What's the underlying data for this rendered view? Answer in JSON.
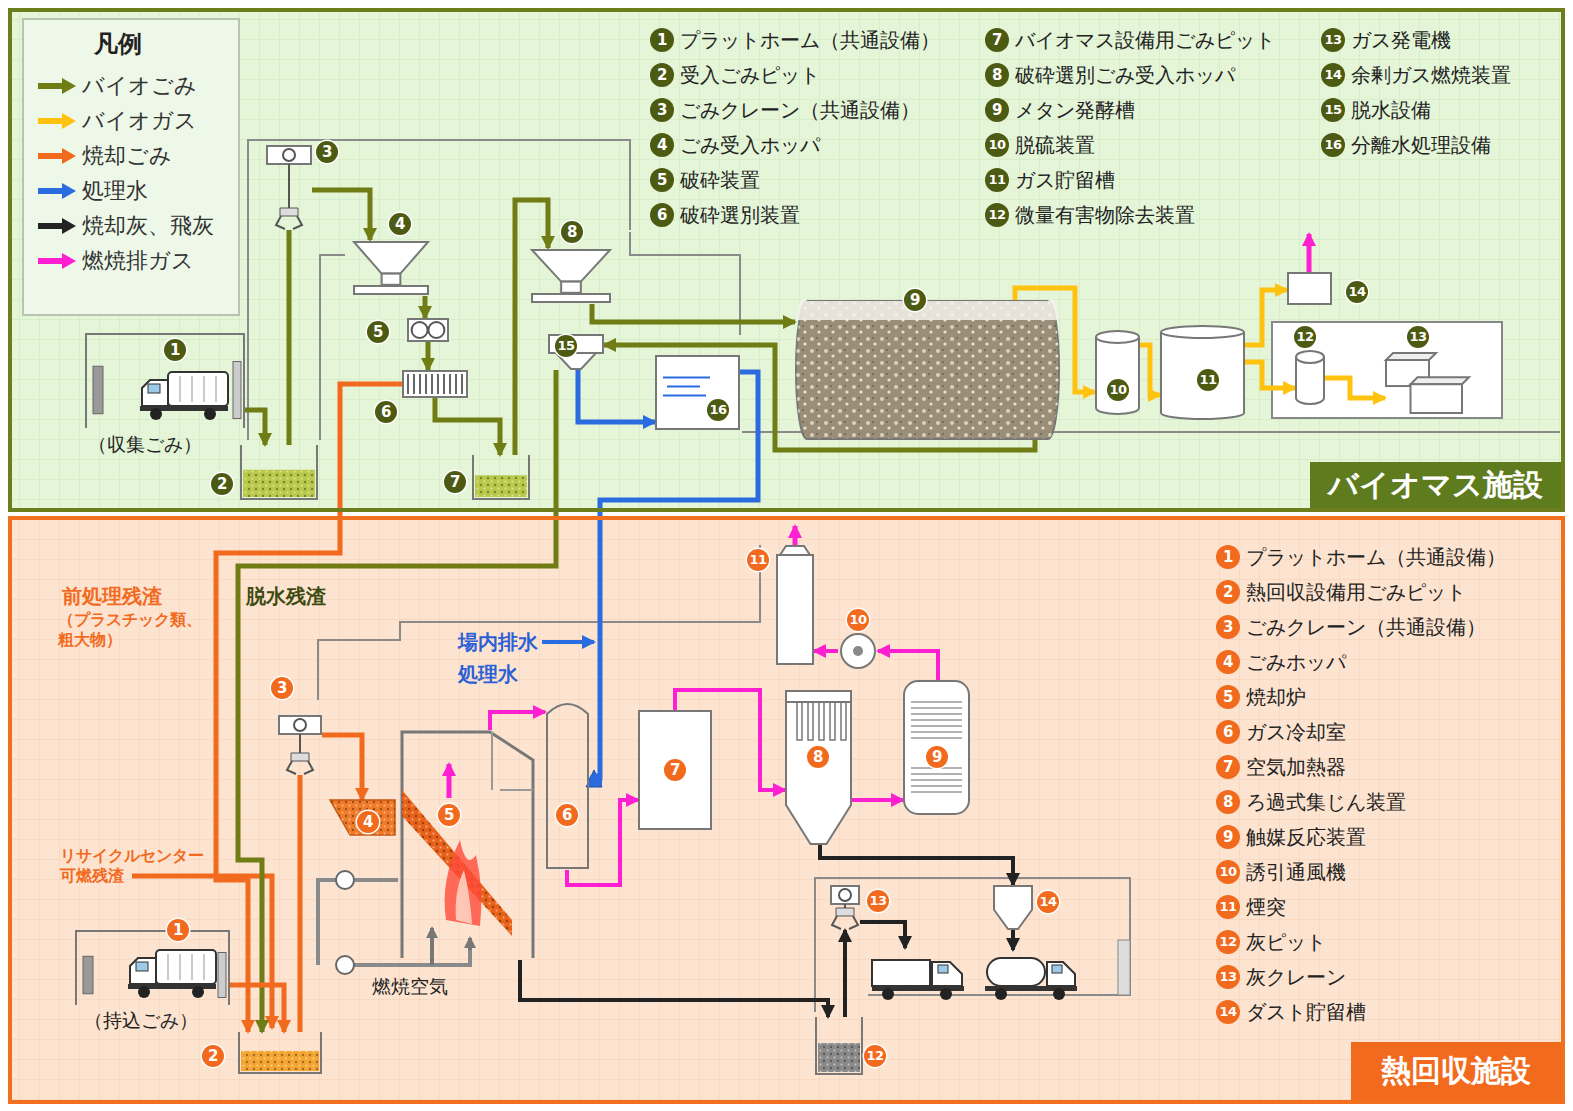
{
  "diagram": {
    "nodes": [
      {
        "text": [
          "バイオマス施設"
        ]
      },
      {
        "text": [
          "凡例"
        ],
        "in": 0
      },
      {
        "text": [
          "1"
        ],
        "in": 0
      },
      {
        "text": [
          "2"
        ],
        "in": 0
      },
      {
        "text": [
          "3"
        ],
        "in": 0
      },
      {
        "text": [
          "4"
        ],
        "in": 0
      },
      {
        "text": [
          "5"
        ],
        "in": 0
      },
      {
        "text": [
          "6"
        ],
        "in": 0
      },
      {
        "text": [
          "7"
        ],
        "in": 0
      },
      {
        "text": [
          "8"
        ],
        "in": 0
      },
      {
        "text": [
          "9"
        ],
        "in": 0
      },
      {
        "text": [
          "10"
        ],
        "in": 0
      },
      {
        "text": [
          "11"
        ],
        "in": 0
      },
      {
        "text": [
          "12"
        ],
        "in": 0
      },
      {
        "text": [
          "13"
        ],
        "in": 0
      },
      {
        "text": [
          "14"
        ],
        "in": 0
      },
      {
        "text": [
          "15"
        ],
        "in": 0
      },
      {
        "text": [
          "16"
        ],
        "in": 0
      },
      {
        "text": [
          "熱回収施設"
        ]
      },
      {
        "text": [
          "1"
        ],
        "in": 18
      },
      {
        "text": [
          "2"
        ],
        "in": 18
      },
      {
        "text": [
          "3"
        ],
        "in": 18
      },
      {
        "text": [
          "4"
        ],
        "in": 18
      },
      {
        "text": [
          "5"
        ],
        "in": 18
      },
      {
        "text": [
          "6"
        ],
        "in": 18
      },
      {
        "text": [
          "7"
        ],
        "in": 18
      },
      {
        "text": [
          "8"
        ],
        "in": 18
      },
      {
        "text": [
          "9"
        ],
        "in": 18
      },
      {
        "text": [
          "10"
        ],
        "in": 18
      },
      {
        "text": [
          "11"
        ],
        "in": 18
      },
      {
        "text": [
          "12"
        ],
        "in": 18
      },
      {
        "text": [
          "13"
        ],
        "in": 18
      },
      {
        "text": [
          "14"
        ],
        "in": 18
      }
    ],
    "edges": [
      {
        "from": 2,
        "to": 3,
        "arrow": "to"
      },
      {
        "from": 3,
        "to": 4,
        "arrow": "none"
      },
      {
        "from": 4,
        "to": 5,
        "arrow": "to"
      },
      {
        "from": 5,
        "to": 6,
        "arrow": "to"
      },
      {
        "from": 6,
        "to": 7,
        "arrow": "to"
      },
      {
        "from": 7,
        "to": 8,
        "arrow": "to"
      },
      {
        "from": 8,
        "to": 9,
        "arrow": "to"
      },
      {
        "from": 9,
        "to": 10,
        "arrow": "to"
      },
      {
        "from": 10,
        "to": 16,
        "arrow": "to"
      },
      {
        "from": 16,
        "to": 17,
        "arrow": "to"
      },
      {
        "from": 17,
        "to": 24,
        "arrow": "to",
        "label": "処理水"
      },
      {
        "from": 7,
        "to": 20,
        "arrow": "to",
        "label": "前処理残渣"
      },
      {
        "from": 16,
        "to": 20,
        "arrow": "to",
        "label": "脱水残渣"
      },
      {
        "from": 10,
        "to": 11,
        "arrow": "to"
      },
      {
        "from": 11,
        "to": 12,
        "arrow": "to"
      },
      {
        "from": 12,
        "to": 13,
        "arrow": "to"
      },
      {
        "from": 12,
        "to": 15,
        "arrow": "to"
      },
      {
        "from": 13,
        "to": 14,
        "arrow": "to"
      },
      {
        "from": 19,
        "to": 20,
        "arrow": "to"
      },
      {
        "from": 20,
        "to": 21,
        "arrow": "none"
      },
      {
        "from": 21,
        "to": 22,
        "arrow": "to"
      },
      {
        "from": 23,
        "to": 24,
        "arrow": "to"
      },
      {
        "from": 24,
        "to": 25,
        "arrow": "to"
      },
      {
        "from": 25,
        "to": 26,
        "arrow": "to"
      },
      {
        "from": 26,
        "to": 27,
        "arrow": "to"
      },
      {
        "from": 27,
        "to": 28,
        "arrow": "to"
      },
      {
        "from": 28,
        "to": 29,
        "arrow": "to"
      },
      {
        "from": 23,
        "to": 30,
        "arrow": "to"
      },
      {
        "from": 26,
        "to": 32,
        "arrow": "to"
      },
      {
        "from": 30,
        "to": 31,
        "arrow": "to"
      }
    ],
    "labels": [
      "1",
      "プラットホーム（共通設備）",
      "2",
      "受入ごみピット",
      "3",
      "ごみクレーン（共通設備）",
      "4",
      "ごみ受入ホッパ",
      "5",
      "破砕装置",
      "6",
      "破砕選別装置",
      "7",
      "バイオマス設備用ごみピット",
      "8",
      "破砕選別ごみ受入ホッパ",
      "9",
      "メタン発酵槽",
      "10",
      "脱硫装置",
      "11",
      "ガス貯留槽",
      "12",
      "微量有害物除去装置",
      "13",
      "ガス発電機",
      "14",
      "余剰ガス燃焼装置",
      "15",
      "脱水設備",
      "16",
      "分離水処理設備",
      "1",
      "プラットホーム（共通設備）",
      "2",
      "熱回収設備用ごみピット",
      "3",
      "ごみクレーン（共通設備）",
      "4",
      "ごみホッパ",
      "5",
      "焼却炉",
      "6",
      "ガス冷却室",
      "7",
      "空気加熱器",
      "8",
      "ろ過式集じん装置",
      "9",
      "触媒反応装置",
      "10",
      "誘引通風機",
      "11",
      "煙突",
      "12",
      "灰ピット",
      "13",
      "灰クレーン",
      "14",
      "ダスト貯留槽",
      "（収集ごみ）",
      "（持込ごみ）",
      "（プラスチック類、 粗大物）",
      "場内排水",
      "リサイクルセンター 可燃残渣",
      "燃焼空気"
    ],
    "legend": [
      {
        "text": "バイオごみ",
        "color": "#6f7d14"
      },
      {
        "text": "バイオガス",
        "color": "#ffc20e"
      },
      {
        "text": "焼却ごみ",
        "color": "#f26a1e"
      },
      {
        "text": "処理水",
        "color": "#2b6be0"
      },
      {
        "text": "焼却灰、飛灰",
        "color": "#222222"
      },
      {
        "text": "燃焼排ガス",
        "color": "#ff1fd2"
      }
    ]
  }
}
